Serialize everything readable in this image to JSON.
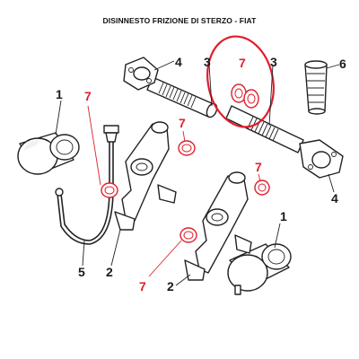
{
  "title": "DISINNESTO FRIZIONE DI STERZO - FIAT",
  "colors": {
    "highlight": "#e01e2c",
    "ink": "#222222",
    "background": "#ffffff"
  },
  "callouts": [
    {
      "id": "c1a",
      "label": "1",
      "color": "black"
    },
    {
      "id": "c1b",
      "label": "1",
      "color": "black"
    },
    {
      "id": "c2a",
      "label": "2",
      "color": "black"
    },
    {
      "id": "c2b",
      "label": "2",
      "color": "black"
    },
    {
      "id": "c3a",
      "label": "3",
      "color": "black"
    },
    {
      "id": "c3b",
      "label": "3",
      "color": "black"
    },
    {
      "id": "c4a",
      "label": "4",
      "color": "black"
    },
    {
      "id": "c4b",
      "label": "4",
      "color": "black"
    },
    {
      "id": "c5",
      "label": "5",
      "color": "black"
    },
    {
      "id": "c6",
      "label": "6",
      "color": "black"
    },
    {
      "id": "c7a",
      "label": "7",
      "color": "red"
    },
    {
      "id": "c7b",
      "label": "7",
      "color": "red"
    },
    {
      "id": "c7c",
      "label": "7",
      "color": "red"
    },
    {
      "id": "c7d",
      "label": "7",
      "color": "red"
    },
    {
      "id": "c7e",
      "label": "7",
      "color": "red"
    }
  ]
}
